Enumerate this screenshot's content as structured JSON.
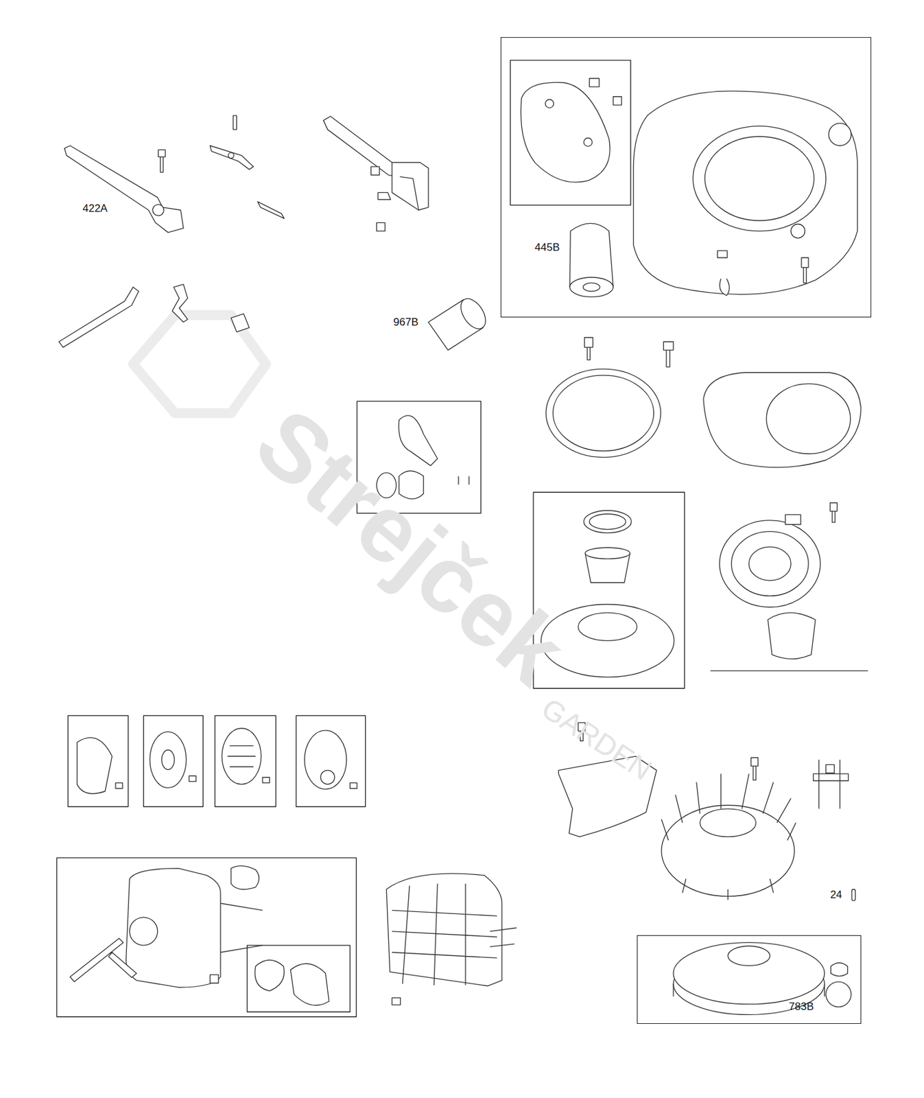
{
  "diagram": {
    "nodes": [
      {
        "text": [
          "445B"
        ]
      },
      {
        "text": [
          "783B"
        ]
      }
    ],
    "labels": [
      "422A",
      "967B",
      "24",
      "Strejček",
      "GARDEN"
    ]
  }
}
